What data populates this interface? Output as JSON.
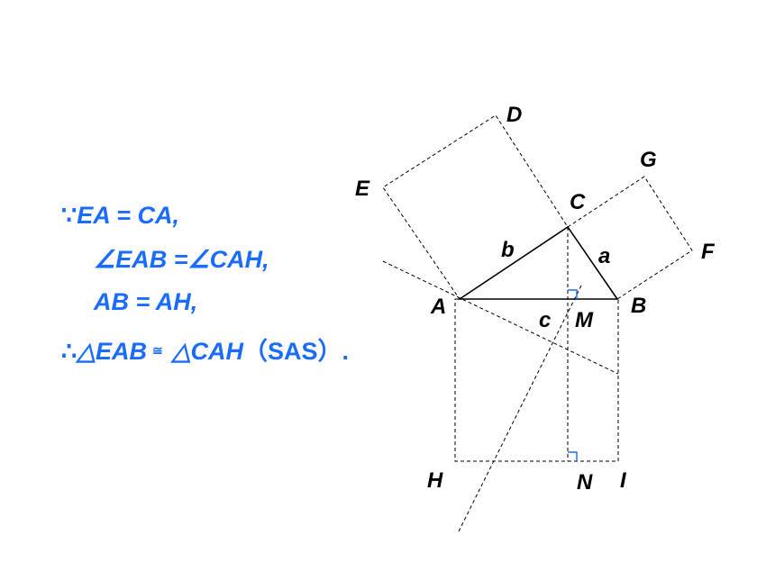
{
  "proof": {
    "line1": {
      "sym": "∵",
      "expr": "EA  = CA,"
    },
    "line2": {
      "expr": "∠EAB =∠CAH,"
    },
    "line3": {
      "expr": "AB = AH,"
    },
    "line4": {
      "sym": "∴",
      "left": "△EAB",
      "cong": "≅",
      "right": "△CAH",
      "reason": "（SAS）."
    }
  },
  "figure": {
    "points": {
      "D": "D",
      "E": "E",
      "G": "G",
      "F": "F",
      "C": "C",
      "A": "A",
      "B": "B",
      "M": "M",
      "H": "H",
      "N": "N",
      "I": "I"
    },
    "sides": {
      "a": "a",
      "b": "b",
      "c": "c"
    }
  },
  "colors": {
    "proof_text": "#1a6cff",
    "right_angle_mark": "#1a6cff",
    "lines": "#000000"
  }
}
